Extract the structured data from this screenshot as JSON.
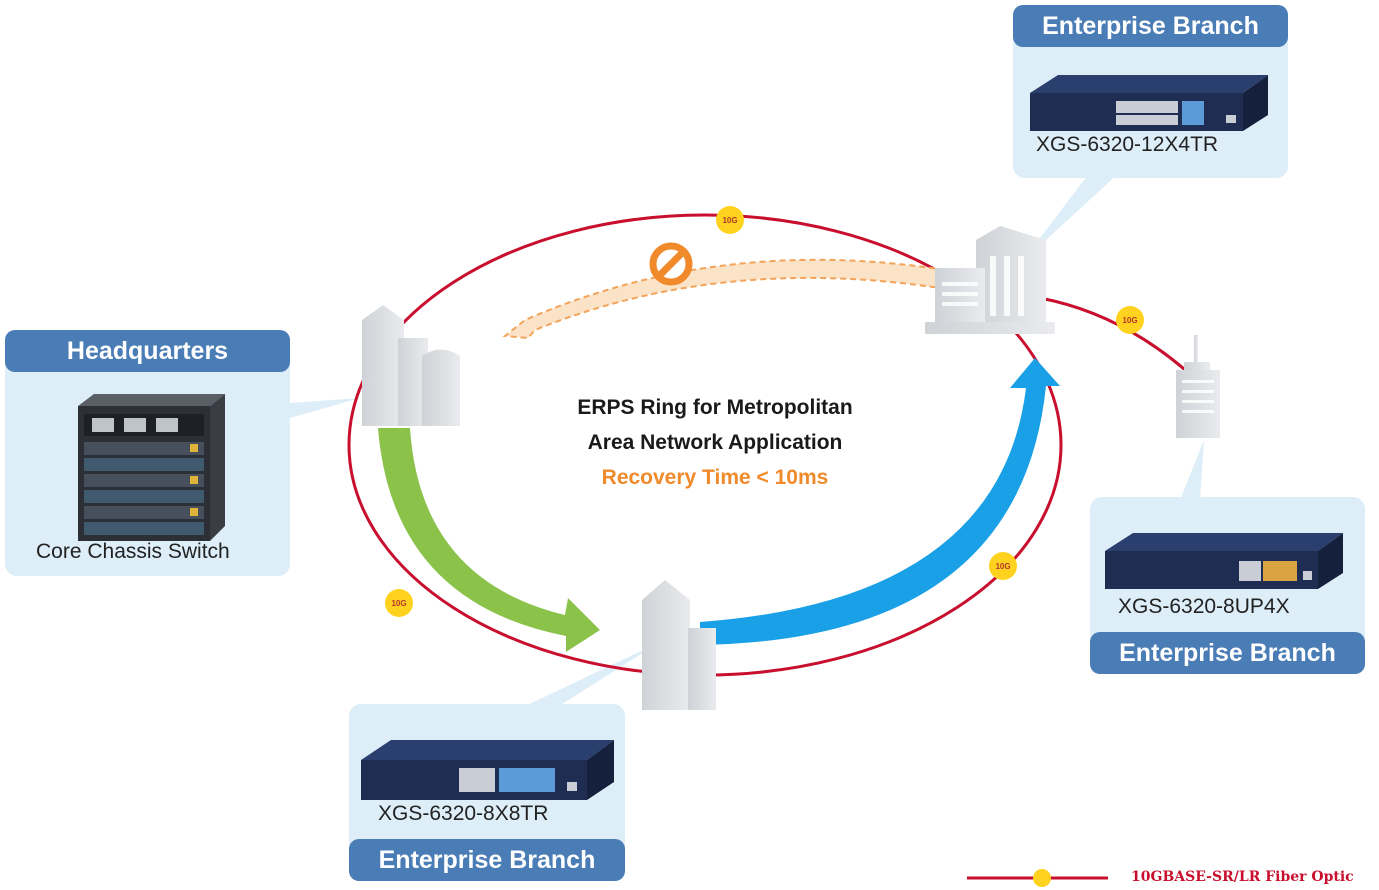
{
  "title_lines": [
    "ERPS Ring for Metropolitan",
    "Area Network Application"
  ],
  "recovery_text": "Recovery Time < 10ms",
  "sites": {
    "headquarters": {
      "header": "Headquarters",
      "device": "Core Chassis Switch"
    },
    "branch_top": {
      "header": "Enterprise Branch",
      "device": "XGS-6320-12X4TR"
    },
    "branch_right": {
      "header": "Enterprise Branch",
      "device": "XGS-6320-8UP4X"
    },
    "branch_bottom": {
      "header": "Enterprise Branch",
      "device": "XGS-6320-8X8TR"
    }
  },
  "link_badge": "10G",
  "legend": {
    "label": "10GBASE-SR/LR Fiber Optic"
  },
  "colors": {
    "ring": "#c8102e",
    "header": "#4a7cb5",
    "card": "#ddeef9",
    "green_arrow": "#8bc34a",
    "blue_arrow": "#1aa0e6",
    "blocked_path": "#f9d9b8",
    "block_icon": "#f08a2b",
    "badge": "#ffd21f",
    "recovery": "#f08a2b"
  }
}
